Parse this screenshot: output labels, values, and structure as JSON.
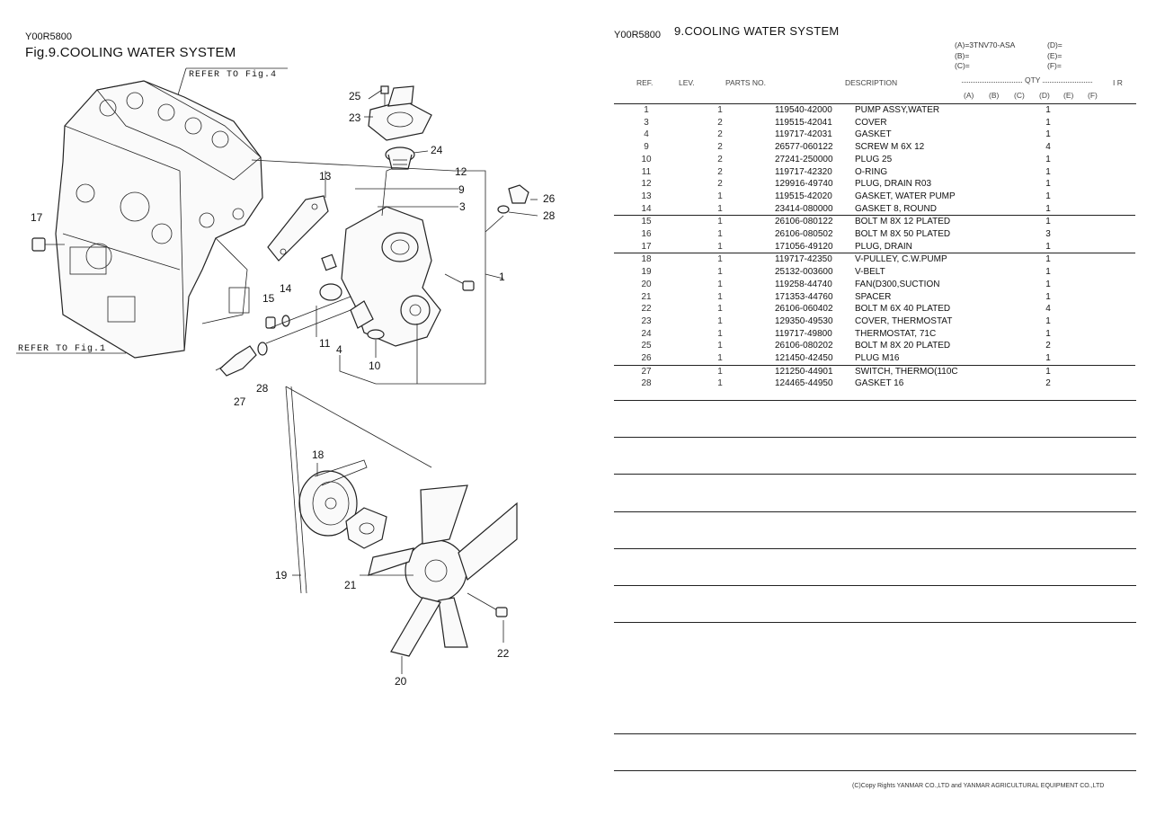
{
  "left_page": {
    "code": "Y00R5800",
    "fig_title": "Fig.9.COOLING WATER SYSTEM",
    "refer_fig4": "REFER TO Fig.4",
    "refer_fig1": "REFER TO Fig.1",
    "callouts": [
      "1",
      "4",
      "9",
      "10",
      "11",
      "12",
      "3",
      "13",
      "14",
      "15",
      "17",
      "18",
      "19",
      "20",
      "21",
      "22",
      "23",
      "24",
      "25",
      "26",
      "27",
      "28",
      "28"
    ]
  },
  "right_page": {
    "code": "Y00R5800",
    "title": "9.COOLING WATER SYSTEM",
    "models": {
      "a": "(A)=3TNV70-ASA",
      "b": "(B)=",
      "c": "(C)=",
      "d": "(D)=",
      "e": "(E)=",
      "f": "(F)="
    },
    "headers": {
      "ref": "REF.",
      "lev": "LEV.",
      "parts_no": "PARTS NO.",
      "description": "DESCRIPTION",
      "qty": "QTY",
      "ir": "I R",
      "cols": [
        "(A)",
        "(B)",
        "(C)",
        "(D)",
        "(E)",
        "(F)"
      ]
    },
    "rows": [
      {
        "ref": "1",
        "lev": "1",
        "pn": "119540-42000",
        "desc": "PUMP ASSY,WATER",
        "qa": "1"
      },
      {
        "ref": "3",
        "lev": "2",
        "pn": "119515-42041",
        "desc": "COVER",
        "qa": "1"
      },
      {
        "ref": "4",
        "lev": "2",
        "pn": "119717-42031",
        "desc": "GASKET",
        "qa": "1"
      },
      {
        "ref": "9",
        "lev": "2",
        "pn": "26577-060122",
        "desc": "SCREW M 6X 12",
        "qa": "4"
      },
      {
        "ref": "10",
        "lev": "2",
        "pn": "27241-250000",
        "desc": "PLUG 25",
        "qa": "1"
      },
      {
        "ref": "11",
        "lev": "2",
        "pn": "119717-42320",
        "desc": "O-RING",
        "qa": "1"
      },
      {
        "ref": "12",
        "lev": "2",
        "pn": "129916-49740",
        "desc": "PLUG, DRAIN R03",
        "qa": "1"
      },
      {
        "ref": "13",
        "lev": "1",
        "pn": "119515-42020",
        "desc": "GASKET, WATER PUMP",
        "qa": "1"
      },
      {
        "ref": "14",
        "lev": "1",
        "pn": "23414-080000",
        "desc": "GASKET 8, ROUND",
        "qa": "1"
      },
      {
        "ref": "15",
        "lev": "1",
        "pn": "26106-080122",
        "desc": "BOLT M 8X 12 PLATED",
        "qa": "1"
      },
      {
        "ref": "16",
        "lev": "1",
        "pn": "26106-080502",
        "desc": "BOLT M 8X 50 PLATED",
        "qa": "3"
      },
      {
        "ref": "17",
        "lev": "1",
        "pn": "171056-49120",
        "desc": "PLUG, DRAIN",
        "qa": "1"
      },
      {
        "ref": "18",
        "lev": "1",
        "pn": "119717-42350",
        "desc": "V-PULLEY, C.W.PUMP",
        "qa": "1"
      },
      {
        "ref": "19",
        "lev": "1",
        "pn": "25132-003600",
        "desc": "V-BELT",
        "qa": "1"
      },
      {
        "ref": "20",
        "lev": "1",
        "pn": "119258-44740",
        "desc": "FAN(D300,SUCTION",
        "qa": "1"
      },
      {
        "ref": "21",
        "lev": "1",
        "pn": "171353-44760",
        "desc": "SPACER",
        "qa": "1"
      },
      {
        "ref": "22",
        "lev": "1",
        "pn": "26106-060402",
        "desc": "BOLT M 6X 40 PLATED",
        "qa": "4"
      },
      {
        "ref": "23",
        "lev": "1",
        "pn": "129350-49530",
        "desc": "COVER, THERMOSTAT",
        "qa": "1"
      },
      {
        "ref": "24",
        "lev": "1",
        "pn": "119717-49800",
        "desc": "THERMOSTAT, 71C",
        "qa": "1"
      },
      {
        "ref": "25",
        "lev": "1",
        "pn": "26106-080202",
        "desc": "BOLT M 8X 20 PLATED",
        "qa": "2"
      },
      {
        "ref": "26",
        "lev": "1",
        "pn": "121450-42450",
        "desc": "PLUG M16",
        "qa": "1"
      },
      {
        "ref": "27",
        "lev": "1",
        "pn": "121250-44901",
        "desc": "SWITCH, THERMO(110C",
        "qa": "1"
      },
      {
        "ref": "28",
        "lev": "1",
        "pn": "124465-44950",
        "desc": "GASKET 16",
        "qa": "2"
      }
    ],
    "copyright": "(C)Copy Rights  YANMAR CO.,LTD and YANMAR AGRICULTURAL EQUIPMENT CO.,LTD"
  }
}
